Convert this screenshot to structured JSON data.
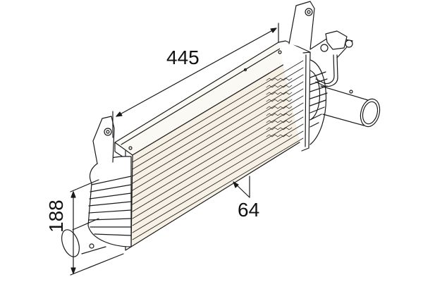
{
  "drawing": {
    "subject": "intercooler",
    "units": "mm",
    "dimensions": {
      "length": "445",
      "height": "188",
      "depth": "64"
    },
    "colors": {
      "line": "#1a1a1a",
      "background": "#ffffff",
      "fill_tint": "#f6f1e4"
    }
  }
}
